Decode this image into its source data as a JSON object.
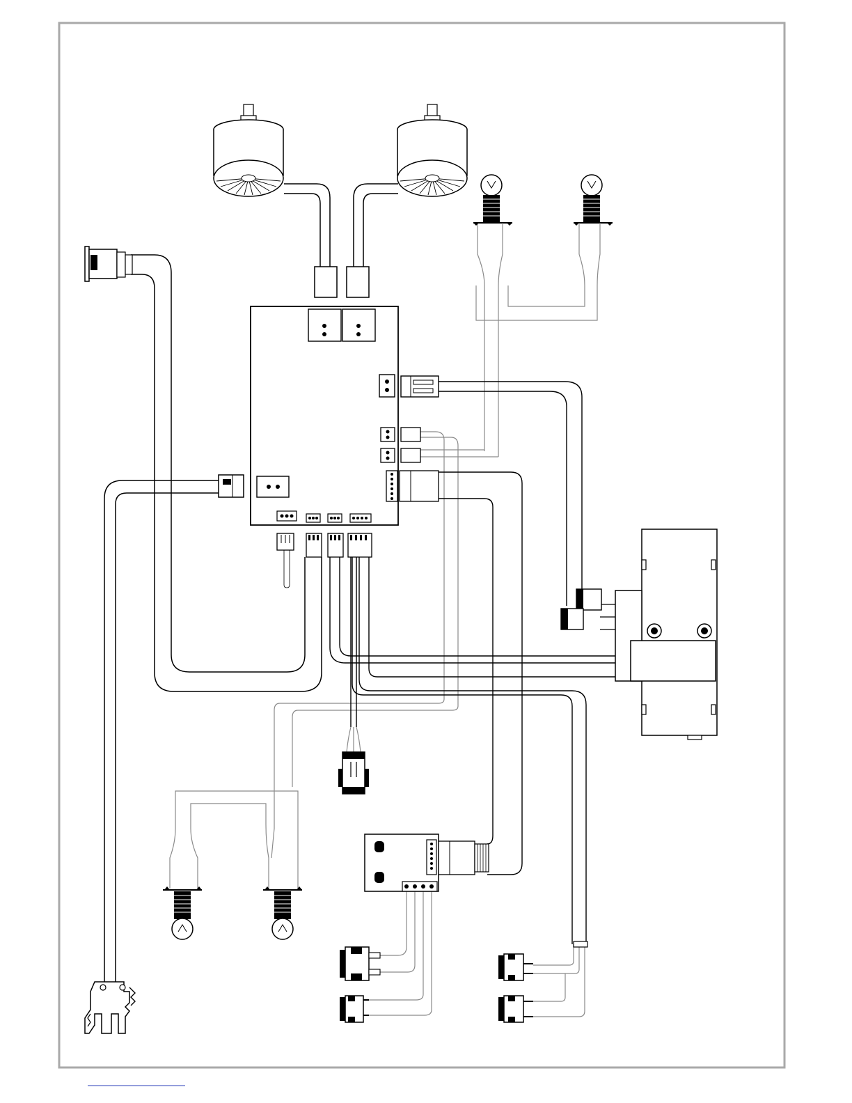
{
  "page": {},
  "diagram": {
    "nodes": [
      {
        "id": "motor-left",
        "kind": "fan motor"
      },
      {
        "id": "motor-right",
        "kind": "fan motor"
      },
      {
        "id": "lamp-top-left",
        "kind": "bulb"
      },
      {
        "id": "lamp-top-right",
        "kind": "bulb"
      },
      {
        "id": "rocker-switch",
        "kind": "rocker switch"
      },
      {
        "id": "control-board",
        "kind": "main control board"
      },
      {
        "id": "transformer-unit",
        "kind": "transformer"
      },
      {
        "id": "power-socket",
        "kind": "socket"
      },
      {
        "id": "lamp-bottom-left",
        "kind": "bulb"
      },
      {
        "id": "lamp-bottom-right",
        "kind": "bulb"
      },
      {
        "id": "display-board",
        "kind": "display board"
      },
      {
        "id": "push-button-1",
        "kind": "push button"
      },
      {
        "id": "push-button-2",
        "kind": "push button"
      },
      {
        "id": "push-button-3",
        "kind": "push button"
      },
      {
        "id": "push-button-4",
        "kind": "push button"
      },
      {
        "id": "micro-switch",
        "kind": "micro switch"
      }
    ],
    "edges": [
      {
        "from": "motor-left",
        "to": "control-board"
      },
      {
        "from": "motor-right",
        "to": "control-board"
      },
      {
        "from": "lamp-top-left",
        "to": "control-board"
      },
      {
        "from": "lamp-top-right",
        "to": "control-board"
      },
      {
        "from": "rocker-switch",
        "to": "control-board"
      },
      {
        "from": "control-board",
        "to": "transformer-unit"
      },
      {
        "from": "control-board",
        "to": "power-socket"
      },
      {
        "from": "control-board",
        "to": "lamp-bottom-left"
      },
      {
        "from": "control-board",
        "to": "lamp-bottom-right"
      },
      {
        "from": "control-board",
        "to": "display-board"
      },
      {
        "from": "display-board",
        "to": "push-button-1"
      },
      {
        "from": "display-board",
        "to": "push-button-2"
      },
      {
        "from": "control-board",
        "to": "push-button-3"
      },
      {
        "from": "control-board",
        "to": "push-button-4"
      },
      {
        "from": "control-board",
        "to": "micro-switch"
      }
    ]
  },
  "colors": {
    "frame": "#a9a9a9",
    "line": "#000000",
    "thin_wire": "#8a8a8a",
    "footer_link": "#2a3eb8"
  }
}
